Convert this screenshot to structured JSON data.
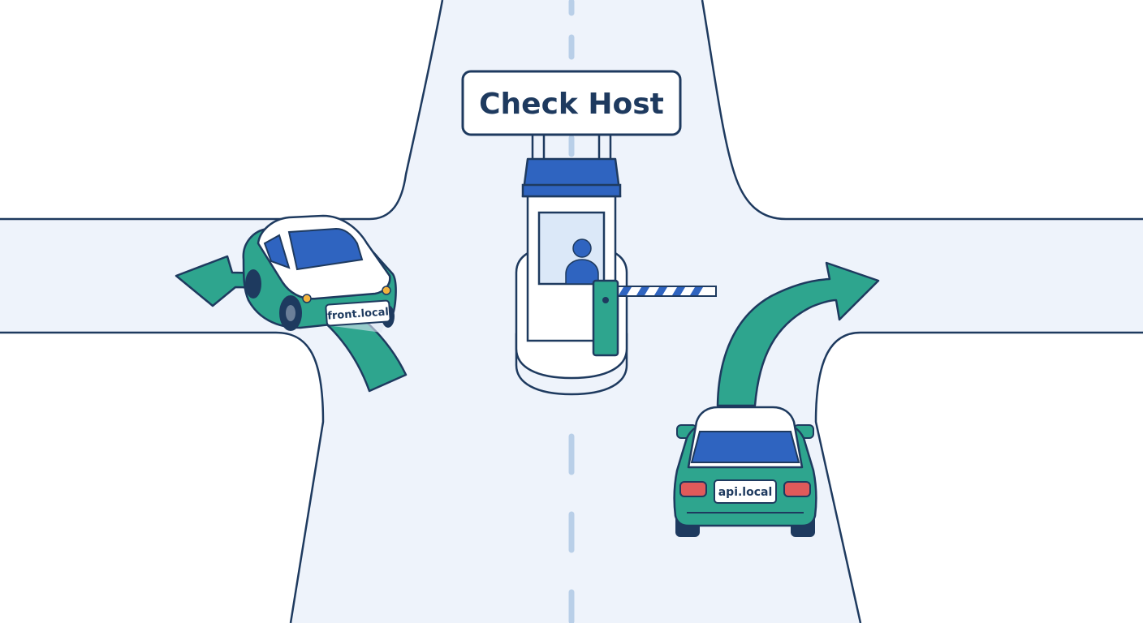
{
  "sign": {
    "text": "Check Host"
  },
  "cars": [
    {
      "id": "left-car",
      "plate": "front.local",
      "direction": "left"
    },
    {
      "id": "right-car",
      "plate": "api.local",
      "direction": "right"
    }
  ],
  "colors": {
    "road": "#eef3fb",
    "outline": "#1e3a5f",
    "lane_mark": "#b9cfe8",
    "car_teal": "#2ea58e",
    "car_white": "#ffffff",
    "window_blue": "#2f64c0",
    "booth_blue": "#2f64c0",
    "arrow_teal": "#2ea58e",
    "tail_light": "#e05a5a",
    "headlight": "#f2b33d"
  }
}
